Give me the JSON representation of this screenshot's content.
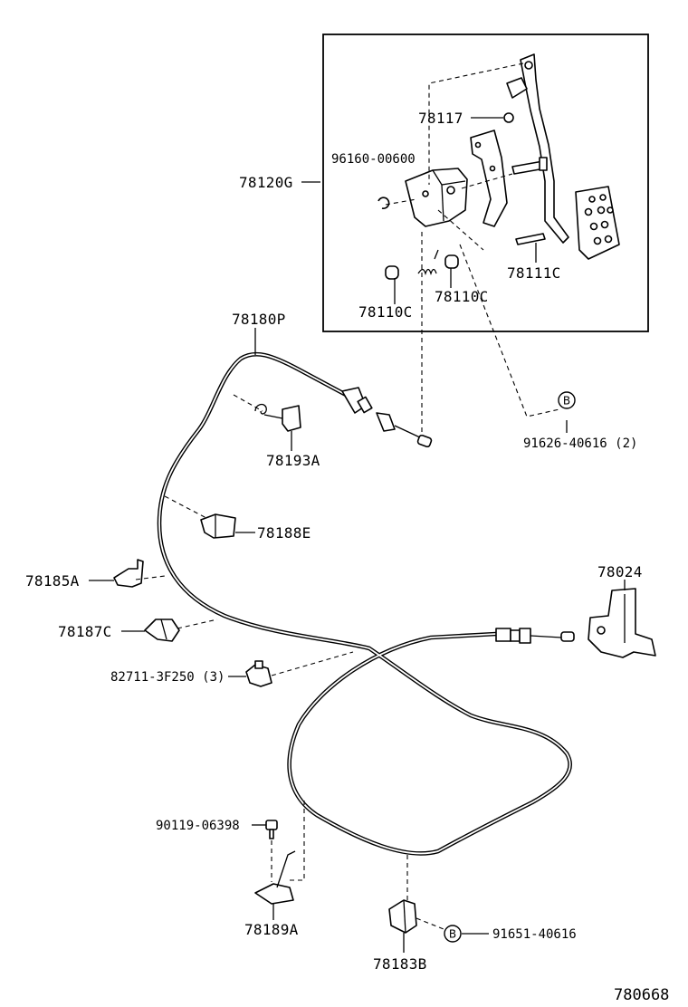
{
  "parts": {
    "p78120G": "78120G",
    "p78117": "78117",
    "p96160_00600": "96160-00600",
    "p78111C": "78111C",
    "p78110C_left": "78110C",
    "p78110C_right": "78110C",
    "p78180P": "78180P",
    "p78193A": "78193A",
    "p91626_40616": "91626-40616 (2)",
    "p78188E": "78188E",
    "p78185A": "78185A",
    "p78187C": "78187C",
    "p82711_3F250": "82711-3F250 (3)",
    "p78024": "78024",
    "p90119_06398": "90119-06398",
    "p78189A": "78189A",
    "p78183B": "78183B",
    "p91651_40616": "91651-40616"
  },
  "markers": {
    "b1": "B",
    "b2": "B"
  },
  "figure_ref": "780668"
}
